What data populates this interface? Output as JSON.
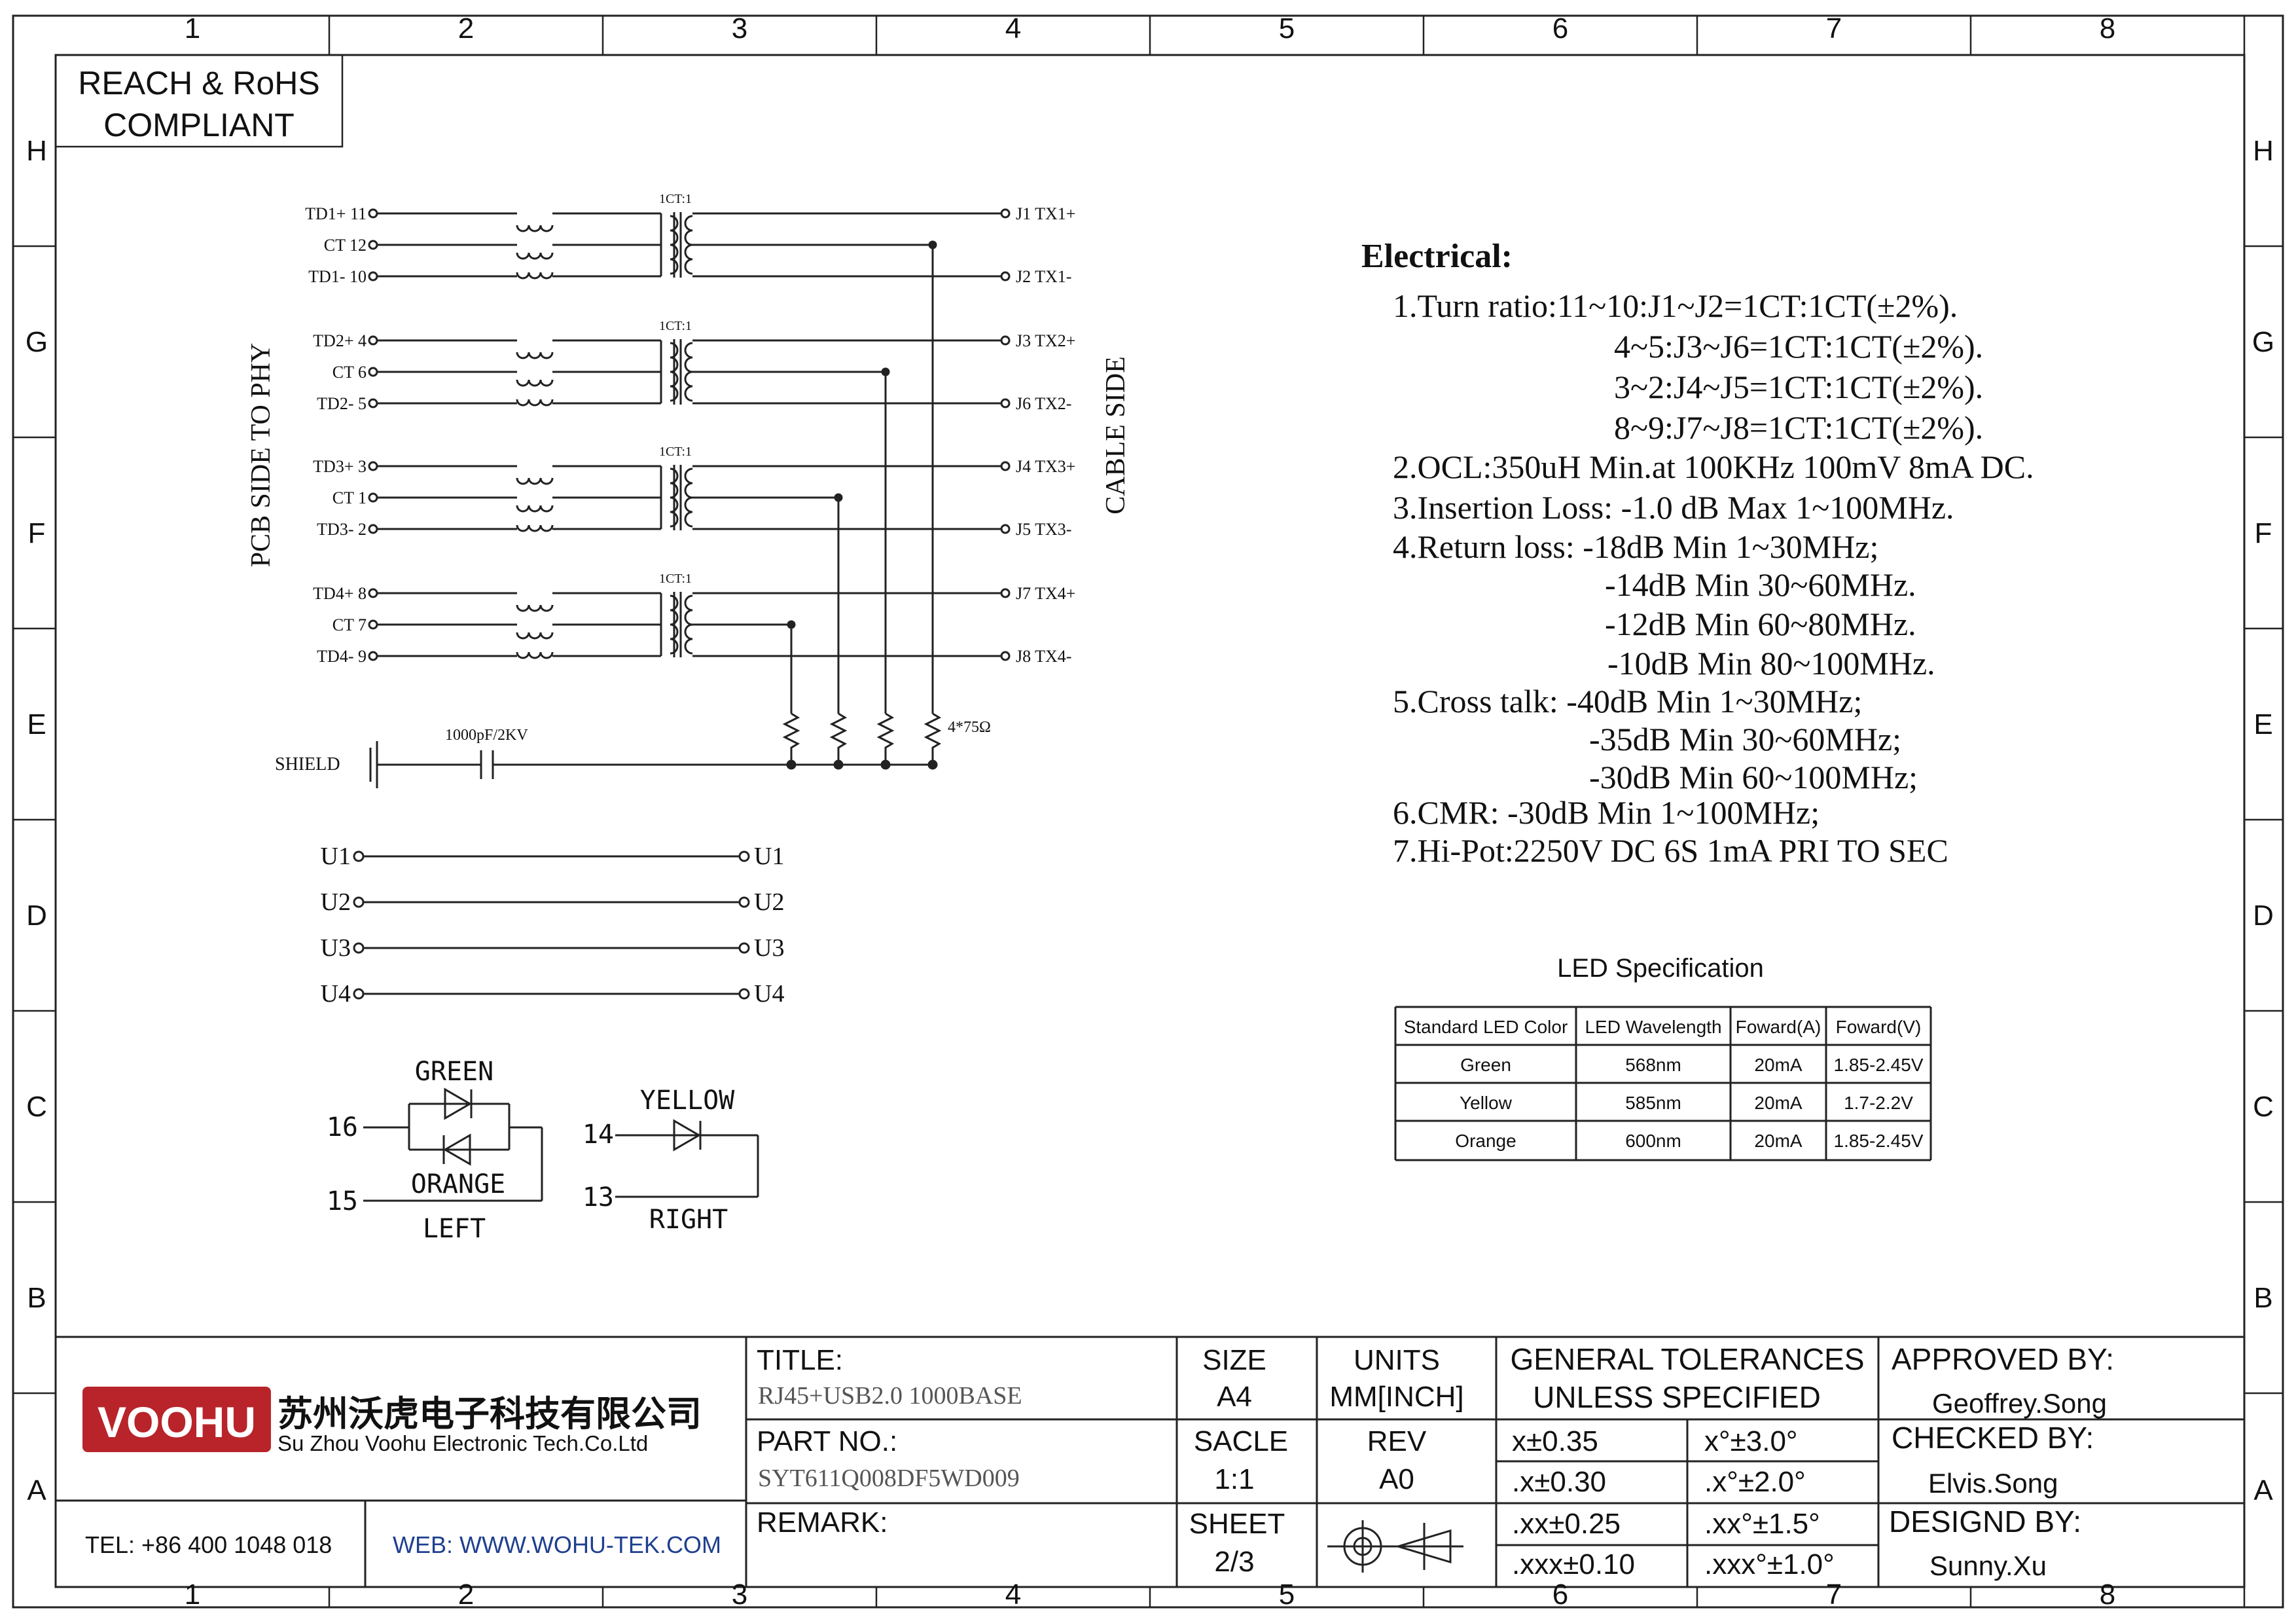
{
  "frame": {
    "columns": [
      "1",
      "2",
      "3",
      "4",
      "5",
      "6",
      "7",
      "8"
    ],
    "rows": [
      "H",
      "G",
      "F",
      "E",
      "D",
      "C",
      "B",
      "A"
    ]
  },
  "compliance": {
    "line1": "REACH & RoHS",
    "line2": "COMPLIANT"
  },
  "schematic": {
    "side_left": "PCB SIDE TO PHY",
    "side_right": "CABLE SIDE",
    "ratio_label": "1CT:1",
    "resistor_label": "4*75Ω",
    "capacitor_label": "1000pF/2KV",
    "shield_label": "SHIELD",
    "groups": [
      {
        "pins": [
          "TD1+ 11",
          "CT  12",
          "TD1- 10"
        ],
        "outs": [
          "J1  TX1+",
          "J2  TX1-"
        ]
      },
      {
        "pins": [
          "TD2+  4",
          "CT   6",
          "TD2-  5"
        ],
        "outs": [
          "J3  TX2+",
          "J6  TX2-"
        ]
      },
      {
        "pins": [
          "TD3+  3",
          "CT   1",
          "TD3-  2"
        ],
        "outs": [
          "J4  TX3+",
          "J5  TX3-"
        ]
      },
      {
        "pins": [
          "TD4+  8",
          "CT   7",
          "TD4-  9"
        ],
        "outs": [
          "J7  TX4+",
          "J8  TX4-"
        ]
      }
    ],
    "usb": [
      "U1",
      "U2",
      "U3",
      "U4"
    ],
    "led_left": {
      "top": "GREEN",
      "bottom": "ORANGE",
      "pin_a": "16",
      "pin_b": "15",
      "side": "LEFT"
    },
    "led_right": {
      "top": "YELLOW",
      "pin_a": "14",
      "pin_b": "13",
      "side": "RIGHT"
    }
  },
  "electrical": {
    "title": "Electrical:",
    "lines": [
      "1.Turn ratio:11~10:J1~J2=1CT:1CT(±2%).",
      "4~5:J3~J6=1CT:1CT(±2%).",
      "3~2:J4~J5=1CT:1CT(±2%).",
      "8~9:J7~J8=1CT:1CT(±2%).",
      "2.OCL:350uH Min.at 100KHz 100mV 8mA DC.",
      "3.Insertion Loss: -1.0 dB Max 1~100MHz.",
      "4.Return loss: -18dB Min 1~30MHz;",
      "-14dB Min 30~60MHz.",
      "-12dB Min 60~80MHz.",
      "-10dB Min 80~100MHz.",
      "5.Cross talk: -40dB Min 1~30MHz;",
      "-35dB Min 30~60MHz;",
      "-30dB Min 60~100MHz;",
      "6.CMR: -30dB Min 1~100MHz;",
      "7.Hi-Pot:2250V DC 6S 1mA PRI TO SEC"
    ]
  },
  "led_spec": {
    "title": "LED Specification",
    "headers": [
      "Standard LED Color",
      "LED Wavelength",
      "Foward(A)",
      "Foward(V)"
    ],
    "rows": [
      [
        "Green",
        "568nm",
        "20mA",
        "1.85-2.45V"
      ],
      [
        "Yellow",
        "585nm",
        "20mA",
        "1.7-2.2V"
      ],
      [
        "Orange",
        "600nm",
        "20mA",
        "1.85-2.45V"
      ]
    ]
  },
  "title_block": {
    "logo": "VOOHU",
    "company_cn": "苏州沃虎电子科技有限公司",
    "company_en": "Su Zhou Voohu Electronic Tech.Co.Ltd",
    "tel": "TEL: +86 400 1048 018",
    "web": "WEB: WWW.WOHU-TEK.COM",
    "title_label": "TITLE:",
    "title_value": "RJ45+USB2.0 1000BASE",
    "part_label": "PART NO.:",
    "part_value": "SYT611Q008DF5WD009",
    "remark_label": "REMARK:",
    "size_label": "SIZE",
    "size_value": "A4",
    "units_label": "UNITS",
    "units_value": "MM[INCH]",
    "scale_label": "SACLE",
    "scale_value": "1:1",
    "rev_label": "REV",
    "rev_value": "A0",
    "sheet_label": "SHEET",
    "sheet_value": "2/3",
    "tol_title1": "GENERAL TOLERANCES",
    "tol_title2": "UNLESS SPECIFIED",
    "tolerances": [
      [
        "x±0.35",
        "x°±3.0°"
      ],
      [
        ".x±0.30",
        ".x°±2.0°"
      ],
      [
        ".xx±0.25",
        ".xx°±1.5°"
      ],
      [
        ".xxx±0.10",
        ".xxx°±1.0°"
      ]
    ],
    "approved_label": "APPROVED BY:",
    "approved_value": "Geoffrey.Song",
    "checked_label": "CHECKED BY:",
    "checked_value": "Elvis.Song",
    "designed_label": "DESIGND BY:",
    "designed_value": "Sunny.Xu",
    "brand_color": "#b8242a",
    "web_color": "#1f3f8f"
  }
}
